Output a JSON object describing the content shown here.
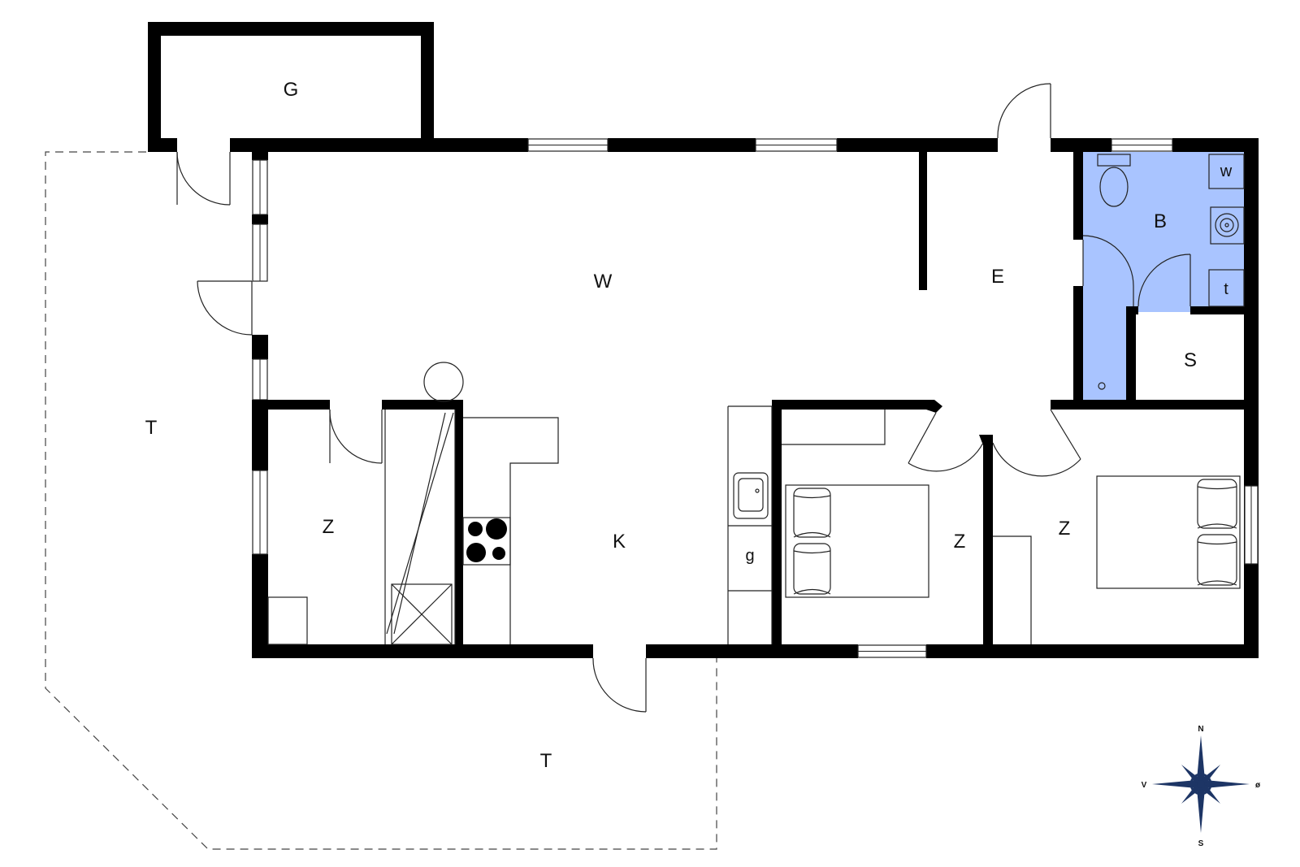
{
  "colors": {
    "wall": "#000000",
    "bathroom_fill": "#a9c4ff",
    "compass": "#1d3565",
    "background": "#ffffff"
  },
  "rooms": {
    "garage": "G",
    "living": "W",
    "entrance": "E",
    "bathroom": "B",
    "bath_toilet": "w",
    "bath_shelf": "t",
    "storage": "S",
    "kitchen": "K",
    "kitchen_counter": "g",
    "bedroom_left": "Z",
    "bedroom_middle": "Z",
    "bedroom_right": "Z",
    "terrace_west": "T",
    "terrace_south": "T"
  },
  "compass": {
    "north": "N",
    "south": "S",
    "east": "ø",
    "west": "V",
    "icon": "compass-rose-icon"
  }
}
